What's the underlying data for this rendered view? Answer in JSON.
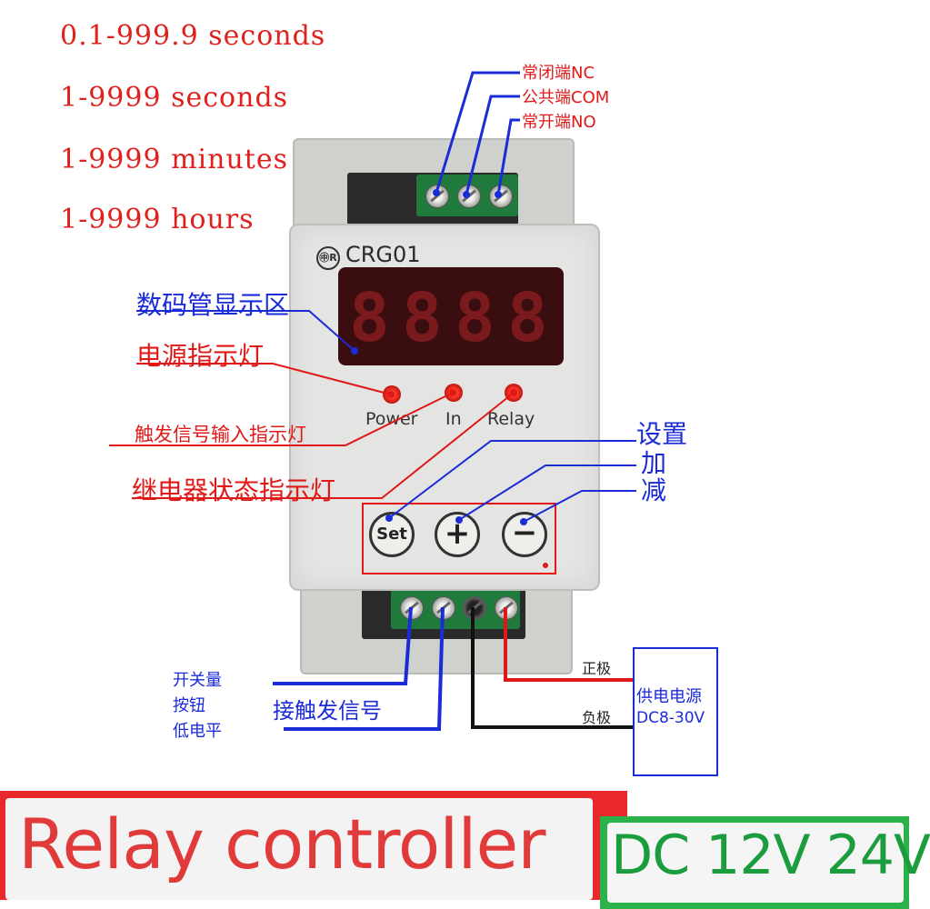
{
  "ranges": [
    "0.1-999.9 seconds",
    "1-9999 seconds",
    "1-9999 minutes",
    "1-9999 hours"
  ],
  "terminals_top": [
    "常闭端NC",
    "公共端COM",
    "常开端NO"
  ],
  "device": {
    "logo_text": "㊥R",
    "model": "CRG01",
    "display_digits": [
      "8",
      "8",
      "8",
      "8"
    ],
    "indicators": [
      "Power",
      "In",
      "Relay"
    ],
    "buttons": [
      "Set",
      "+",
      "−"
    ]
  },
  "annotations_left": [
    "数码管显示区",
    "电源指示灯",
    "触发信号输入指示灯",
    "继电器状态指示灯"
  ],
  "annotations_right": [
    "设置",
    "加",
    "减"
  ],
  "trigger_types": [
    "开关量",
    "按钮",
    "低电平"
  ],
  "trigger_label": "接触发信号",
  "power": {
    "positive": "正极",
    "negative": "负极",
    "title": "供电电源",
    "range": "DC8-30V"
  },
  "banner": {
    "title": "Relay controller",
    "voltage": "DC 12V 24V"
  },
  "colors": {
    "red": "#e01818",
    "blue": "#1a2bd8",
    "green": "#2bb24a"
  }
}
